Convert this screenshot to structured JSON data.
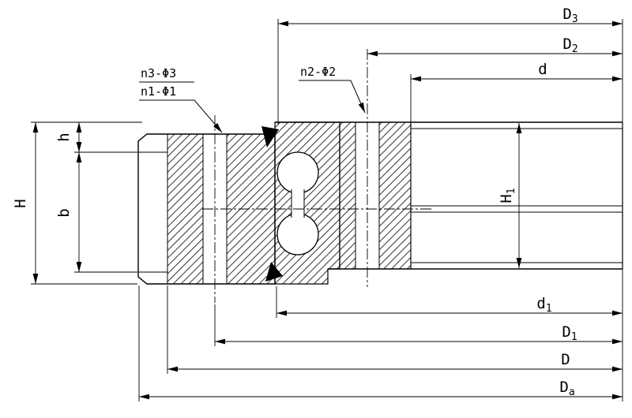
{
  "labels": {
    "D3": {
      "main": "D",
      "sub": "3"
    },
    "D2": {
      "main": "D",
      "sub": "2"
    },
    "d": "d",
    "H1": {
      "main": "H",
      "sub": "1"
    },
    "d1": {
      "main": "d",
      "sub": "1"
    },
    "D1": {
      "main": "D",
      "sub": "1"
    },
    "D": "D",
    "Da": {
      "main": "D",
      "sub": "a"
    },
    "H": "H",
    "b": "b",
    "h": "h"
  },
  "callouts": {
    "n3": "n3-Φ3",
    "n1": "n1-Φ1",
    "n2": "n2-Φ2"
  },
  "colors": {
    "line": "#000000",
    "background": "#ffffff"
  }
}
